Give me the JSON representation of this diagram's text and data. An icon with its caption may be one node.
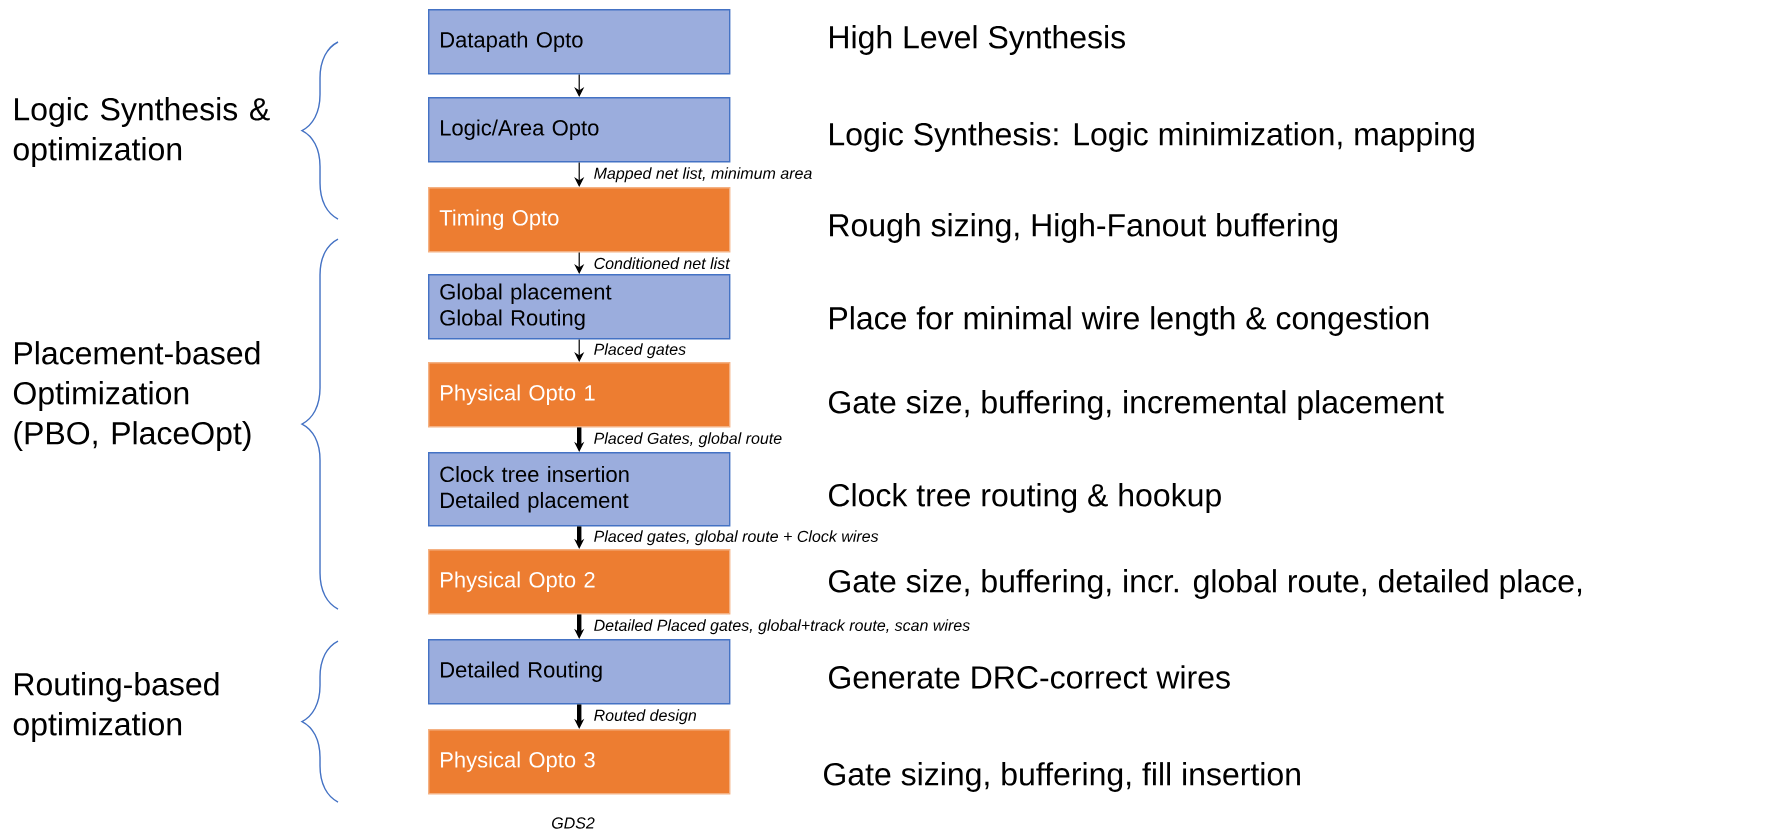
{
  "diagram": {
    "nodes": [
      {
        "text": [
          "Datapath Opto"
        ],
        "beside": [
          "High Level Synthesis"
        ]
      },
      {
        "text": [
          "Logic/Area Opto"
        ],
        "beside": [
          "Logic Synthesis: Logic minimization, mapping"
        ]
      },
      {
        "text": [
          "Timing Opto"
        ],
        "beside": [
          "Rough sizing, High-Fanout buffering"
        ]
      },
      {
        "text": [
          "Global placement",
          "Global Routing"
        ],
        "beside": [
          "Place for minimal wire length & congestion"
        ]
      },
      {
        "text": [
          "Physical Opto 1"
        ],
        "beside": [
          "Gate size, buffering, incremental placement"
        ]
      },
      {
        "text": [
          "Clock tree insertion",
          "Detailed placement"
        ],
        "beside": [
          "Clock tree routing & hookup"
        ]
      },
      {
        "text": [
          "Physical Opto 2"
        ],
        "beside": [
          "Gate size, buffering, incr. global route, detailed place,"
        ]
      },
      {
        "text": [
          "Detailed Routing"
        ],
        "beside": [
          "Generate DRC-correct wires"
        ]
      },
      {
        "text": [
          "Physical Opto 3"
        ],
        "beside": [
          "Gate sizing, buffering, fill insertion"
        ]
      }
    ],
    "edges": [
      {
        "from": 0,
        "to": 1,
        "arrow": "to"
      },
      {
        "from": 1,
        "to": 2,
        "arrow": "to",
        "label": "Mapped net list, minimum area"
      },
      {
        "from": 2,
        "to": 3,
        "arrow": "to",
        "label": "Conditioned net list"
      },
      {
        "from": 3,
        "to": 4,
        "arrow": "to",
        "label": "Placed gates"
      },
      {
        "from": 4,
        "to": 5,
        "arrow": "to",
        "style": "thick",
        "label": "Placed Gates, global route"
      },
      {
        "from": 5,
        "to": 6,
        "arrow": "to",
        "style": "thick",
        "label": "Placed gates, global route + Clock wires"
      },
      {
        "from": 6,
        "to": 7,
        "arrow": "to",
        "style": "thick",
        "label": "Detailed Placed gates, global+track route, scan wires"
      },
      {
        "from": 7,
        "to": 8,
        "arrow": "to",
        "style": "thick",
        "label": "Routed design"
      }
    ],
    "labels": [
      "Logic Synthesis & optimization",
      "Placement-based Optimization (PBO, PlaceOpt)",
      "Routing-based optimization",
      "GDS2"
    ]
  }
}
